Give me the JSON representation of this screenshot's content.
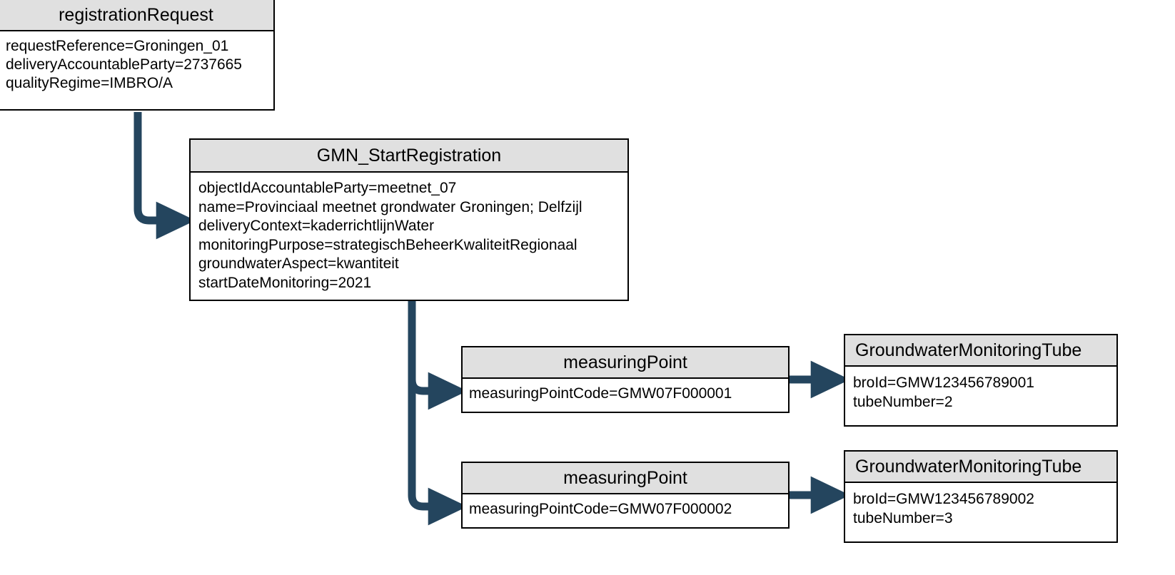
{
  "diagram": {
    "type": "uml-object-diagram",
    "colors": {
      "connector": "#24455e",
      "box_header_fill": "#e0e0e0",
      "box_body_fill": "#ffffff",
      "box_border": "#000000",
      "background": "#ffffff"
    }
  },
  "boxes": {
    "registration_request": {
      "title": "registrationRequest",
      "attributes": [
        "requestReference=Groningen_01",
        "deliveryAccountableParty=2737665",
        "qualityRegime=IMBRO/A"
      ]
    },
    "gmn_start_registration": {
      "title": "GMN_StartRegistration",
      "attributes": [
        "objectIdAccountableParty=meetnet_07",
        "name=Provinciaal meetnet grondwater Groningen; Delfzijl",
        "deliveryContext=kaderrichtlijnWater",
        "monitoringPurpose=strategischBeheerKwaliteitRegionaal",
        "groundwaterAspect=kwantiteit",
        "startDateMonitoring=2021"
      ]
    },
    "measuring_point_1": {
      "title": "measuringPoint",
      "attributes": [
        "measuringPointCode=GMW07F000001"
      ]
    },
    "measuring_point_2": {
      "title": "measuringPoint",
      "attributes": [
        "measuringPointCode=GMW07F000002"
      ]
    },
    "gw_tube_1": {
      "title": "GroundwaterMonitoringTube",
      "attributes": [
        "broId=GMW123456789001",
        "tubeNumber=2"
      ]
    },
    "gw_tube_2": {
      "title": "GroundwaterMonitoringTube",
      "attributes": [
        "broId=GMW123456789002",
        "tubeNumber=3"
      ]
    }
  },
  "connectors": [
    {
      "name": "registration-request-to-gmn-start-registration",
      "from": "registration_request",
      "to": "gmn_start_registration"
    },
    {
      "name": "gmn-start-registration-to-measuring-point-1",
      "from": "gmn_start_registration",
      "to": "measuring_point_1"
    },
    {
      "name": "gmn-start-registration-to-measuring-point-2",
      "from": "gmn_start_registration",
      "to": "measuring_point_2"
    },
    {
      "name": "measuring-point-1-to-gw-tube-1",
      "from": "measuring_point_1",
      "to": "gw_tube_1"
    },
    {
      "name": "measuring-point-2-to-gw-tube-2",
      "from": "measuring_point_2",
      "to": "gw_tube_2"
    }
  ]
}
